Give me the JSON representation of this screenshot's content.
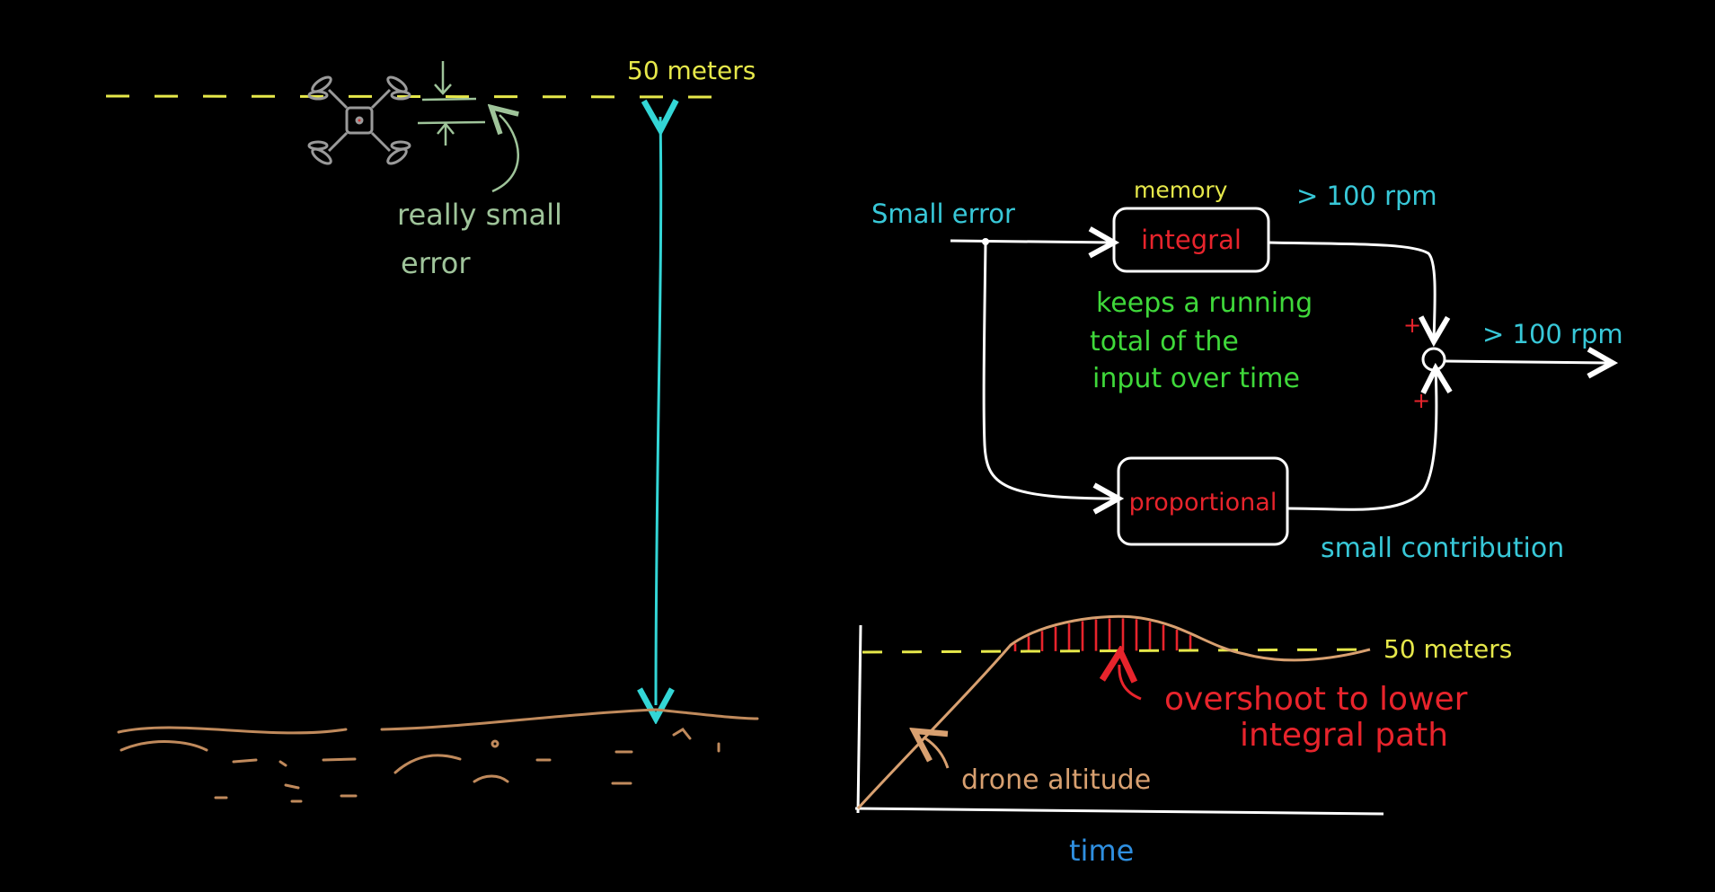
{
  "colors": {
    "background": "#000000",
    "setpoint": "#e6e84a",
    "distance": "#33d6d6",
    "ground": "#c08a5c",
    "drone": "#9a9a9a",
    "note_green_gray": "#9fc49a",
    "error_label": "#38c8d8",
    "block_text": "#e8242c",
    "block_outline": "#ffffff",
    "running_total": "#3fd83a",
    "memory": "#e6e84a",
    "rpm": "#38c8d8",
    "overshoot": "#e8242c",
    "altitude_curve": "#d8a070",
    "time_label": "#2f8fe0"
  },
  "icons": {
    "drone": "quadcopter-icon",
    "summing_junction": "sum-circle-icon"
  },
  "left_scene": {
    "height_label": "50 meters",
    "error_note": [
      "really small",
      "error"
    ]
  },
  "block_diagram": {
    "input_label": "Small error",
    "integral": {
      "header": "memory",
      "label": "integral",
      "output": "> 100 rpm",
      "description": [
        "keeps a running",
        "total of the",
        "input over time"
      ]
    },
    "proportional": {
      "label": "proportional",
      "note": "small contribution"
    },
    "sum_signs": [
      "+",
      "+"
    ],
    "output_label": "> 100 rpm"
  },
  "response_plot": {
    "setpoint_label": "50 meters",
    "overshoot_note": [
      "overshoot to lower",
      "integral path"
    ],
    "curve_label": "drone altitude",
    "x_axis_label": "time"
  }
}
